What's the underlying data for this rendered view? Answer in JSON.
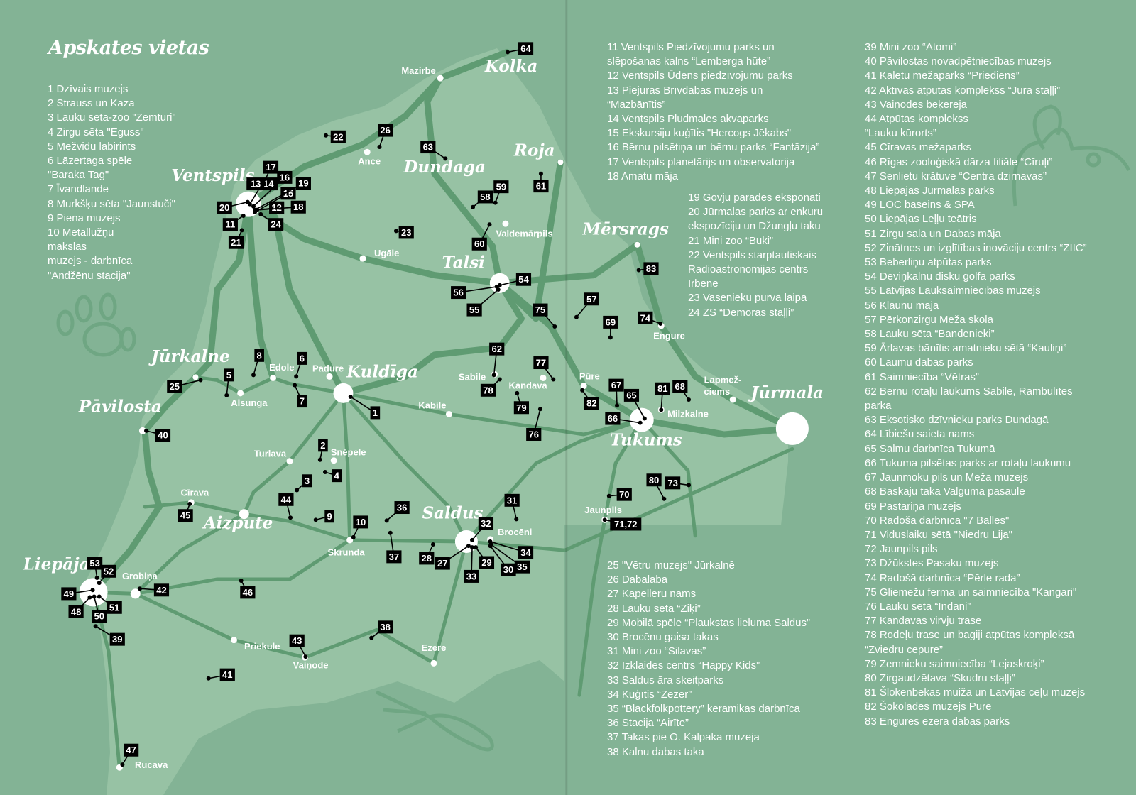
{
  "title": "Apskates vietas",
  "colors": {
    "background": "#83b395",
    "land": "#97c2a4",
    "road": "#5f9b72",
    "marker": "#000000",
    "town": "#ffffff"
  },
  "lists": {
    "a": [
      "1 Dzīvais muzejs",
      "2 Strauss un Kaza",
      "3 Lauku sēta-zoo \"Zemturi\"",
      "4 Zirgu sēta \"Eguss\"",
      "5 Mežvidu labirints",
      "6 Lāzertaga spēle\n\"Baraka Tag\"",
      "7 Īvandlande",
      "8 Murkšķu sēta \"Jaunstuči\"",
      "9 Piena muzejs",
      "10 Metāllūžņu\nmākslas\nmuzejs - darbnīca\n\"Andžēnu stacija\""
    ],
    "b": [
      "11 Ventspils Piedzīvojumu parks un\nslēpošanas kalns “Lemberga hūte”",
      "12 Ventspils Ūdens piedzīvojumu parks",
      "13 Piejūras Brīvdabas muzejs un\n“Mazbānītis”",
      "14 Ventspils Pludmales akvaparks",
      "15 Ekskursiju kuģītis \"Hercogs Jēkabs\"",
      "16 Bērnu pilsētiņa un bērnu parks “Fantāzija”",
      "17 Ventspils planetārijs un observatorija",
      "18 Amatu māja"
    ],
    "c": [
      "19 Govju parādes eksponāti",
      "20 Jūrmalas parks ar enkuru\nekspozīciju un Džungļu taku",
      "21 Mini zoo “Buki”",
      "22 Ventspils starptautiskais\nRadioastronomijas centrs\nIrbenē",
      "23 Vasenieku purva laipa",
      "24 ZS “Demoras staļļi”"
    ],
    "d": [
      "25 \"Vētru muzejs\" Jūrkalnē",
      "26 Dabalaba",
      "27 Kapelleru nams",
      "28 Lauku sēta “Ziķi”",
      "29 Mobilā spēle “Plaukstas lieluma Saldus”",
      "30 Brocēnu gaisa takas",
      "31 Mini zoo “Silavas”",
      "32 Izklaides centrs “Happy Kids”",
      "33 Saldus āra skeitparks",
      "34 Kuģītis “Zezer”",
      "35 “Blackfolkpottery” keramikas darbnīca",
      "36 Stacija “Airīte”",
      "37 Takas pie O. Kalpaka muzeja",
      "38 Kalnu dabas taka"
    ],
    "e": [
      "39 Mini zoo “Atomi”",
      "40 Pāvilostas novadpētniecības muzejs",
      "41 Kalētu mežaparks “Priediens”",
      "42 Aktīvās atpūtas komplekss “Jura staļļi”",
      "43 Vaiņodes beķereja",
      "44 Atpūtas komplekss\n“Lauku kūrorts”",
      "45 Cīravas mežaparks",
      "46 Rīgas zooloģiskā dārza filiāle “Cīruļi”",
      "47 Senlietu krātuve “Centra dzirnavas”",
      "48 Liepājas Jūrmalas parks",
      "49 LOC baseins & SPA",
      "50 Liepājas Leļļu teātris",
      "51 Zirgu sala un Dabas māja",
      "52 Zinātnes un izglītības inovāciju centrs “ZIIC”",
      "53 Beberliņu atpūtas parks",
      "54 Deviņkalnu disku golfa parks",
      "55 Latvijas Lauksaimniecības muzejs",
      "56 Klaunu māja",
      "57 Pērkonzirgu Meža skola",
      "58 Lauku sēta “Bandenieki”",
      "59 Ārlavas bānītis amatnieku sētā “Kauliņi”",
      "60 Laumu dabas parks",
      "61 Saimniecība “Vētras”",
      "62 Bērnu rotaļu laukums Sabilē, Rambulītes\nparkā",
      "63 Eksotisko dzīvnieku parks Dundagā",
      "64 Lībiešu saieta nams",
      "65 Salmu darbnīca Tukumā",
      "66 Tukuma pilsētas parks ar rotaļu laukumu",
      "67 Jaunmoku pils un Meža muzejs",
      "68 Baskāju taka Valguma pasaulē",
      "69 Pastariņa muzejs",
      "70 Radošā darbnīca \"7 Balles\"",
      "71 Viduslaiku sētā \"Niedru Lija\"",
      "72 Jaunpils pils",
      "73 Džūkstes Pasaku muzejs",
      "74 Radošā darbnīca “Pērle rada”",
      "75 Gliemežu ferma un saimniecība \"Kangari\"",
      "76 Lauku sēta “Indāni”",
      "77 Kandavas virvju trase",
      "78 Rodeļu trase un bagiji atpūtas kompleksā\n“Zviedru cepure”",
      "79 Zemnieku saimniecība “Lejaskroķi”",
      "80 Zirgaudzētava “Skudru staļļi”",
      "81 Šlokenbekas muiža un Latvijas ceļu muzejs",
      "82 Šokolādes muzejs Pūrē",
      "83 Engures ezera dabas parks"
    ]
  },
  "cities": [
    "Ventspils",
    "Kuldīga",
    "Talsi",
    "Saldus",
    "Tukums",
    "Liepāja",
    "Jūrmala",
    "Aizpute",
    "Dundaga",
    "Kolka",
    "Roja",
    "Mērsrags",
    "Jūrkalne",
    "Pāvilosta"
  ],
  "towns": [
    "Mazirbe",
    "Ance",
    "Ugāle",
    "Valdemārpils",
    "Engure",
    "Ēdole",
    "Padure",
    "Alsunga",
    "Sabile",
    "Kandava",
    "Kabile",
    "Turlava",
    "Snēpele",
    "Cīrava",
    "Skrunda",
    "Brocēni",
    "Grobiņa",
    "Priekule",
    "Vaiņode",
    "Ezere",
    "Rucava",
    "Pūre",
    "Milzkalne",
    "Lapmež-",
    "ciems",
    "Jaunpils"
  ],
  "markers": [
    "1",
    "2",
    "3",
    "4",
    "5",
    "6",
    "7",
    "8",
    "9",
    "10",
    "11",
    "12",
    "13,14",
    "15",
    "16",
    "17",
    "18",
    "19",
    "20",
    "21",
    "22",
    "23",
    "24",
    "25",
    "26",
    "27",
    "28",
    "29",
    "30",
    "31",
    "32",
    "33",
    "34",
    "35",
    "36",
    "37",
    "38",
    "39",
    "40",
    "41",
    "42",
    "43",
    "44",
    "45",
    "46",
    "47",
    "48",
    "49",
    "50",
    "51",
    "52",
    "53",
    "54",
    "55",
    "56",
    "57",
    "58",
    "59",
    "60",
    "61",
    "62",
    "63",
    "64",
    "65",
    "66",
    "67",
    "68",
    "69",
    "70",
    "71,72",
    "73",
    "74",
    "75",
    "76",
    "77",
    "78",
    "79",
    "80",
    "81",
    "82",
    "83"
  ]
}
